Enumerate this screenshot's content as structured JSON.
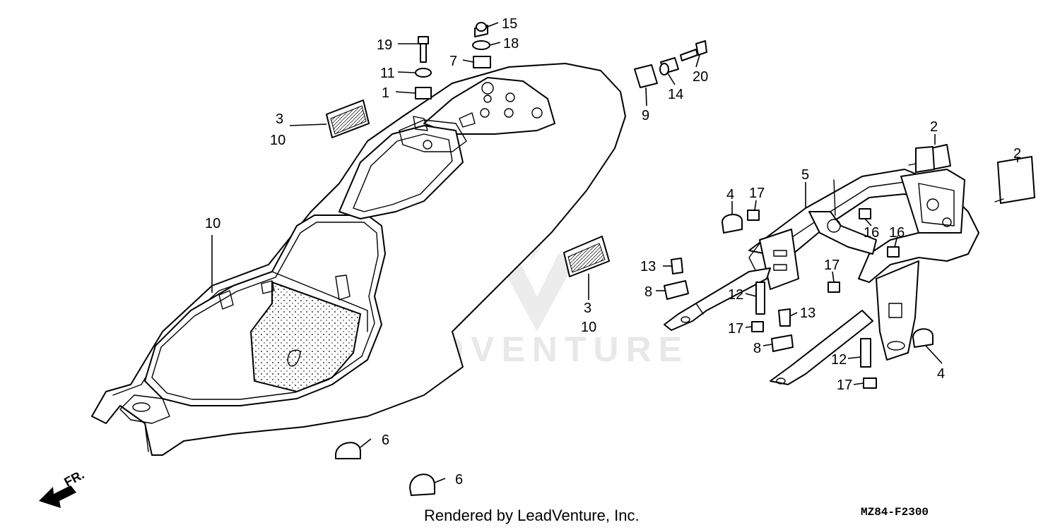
{
  "diagram": {
    "watermark": "LEADVENTURE",
    "footer": "Rendered by LeadVenture, Inc.",
    "code": "MZ84-F2300",
    "direction": "FR."
  },
  "callouts": [
    {
      "id": "c19",
      "label": "19"
    },
    {
      "id": "c15",
      "label": "15"
    },
    {
      "id": "c18",
      "label": "18"
    },
    {
      "id": "c7",
      "label": "7"
    },
    {
      "id": "c11",
      "label": "11"
    },
    {
      "id": "c1",
      "label": "1"
    },
    {
      "id": "c3a",
      "label": "3"
    },
    {
      "id": "c10a",
      "label": "10"
    },
    {
      "id": "c20",
      "label": "20"
    },
    {
      "id": "c9",
      "label": "9"
    },
    {
      "id": "c14",
      "label": "14"
    },
    {
      "id": "c10b",
      "label": "10"
    },
    {
      "id": "c3b",
      "label": "3"
    },
    {
      "id": "c10c",
      "label": "10"
    },
    {
      "id": "c6a",
      "label": "6"
    },
    {
      "id": "c6b",
      "label": "6"
    },
    {
      "id": "c2a",
      "label": "2"
    },
    {
      "id": "c2b",
      "label": "2"
    },
    {
      "id": "c5",
      "label": "5"
    },
    {
      "id": "c4a",
      "label": "4"
    },
    {
      "id": "c17a",
      "label": "17"
    },
    {
      "id": "c16a",
      "label": "16"
    },
    {
      "id": "c16b",
      "label": "16"
    },
    {
      "id": "c13a",
      "label": "13"
    },
    {
      "id": "c8a",
      "label": "8"
    },
    {
      "id": "c17b",
      "label": "17"
    },
    {
      "id": "c12a",
      "label": "12"
    },
    {
      "id": "c13b",
      "label": "13"
    },
    {
      "id": "c17c",
      "label": "17"
    },
    {
      "id": "c8b",
      "label": "8"
    },
    {
      "id": "c12b",
      "label": "12"
    },
    {
      "id": "c17d",
      "label": "17"
    },
    {
      "id": "c4b",
      "label": "4"
    }
  ]
}
